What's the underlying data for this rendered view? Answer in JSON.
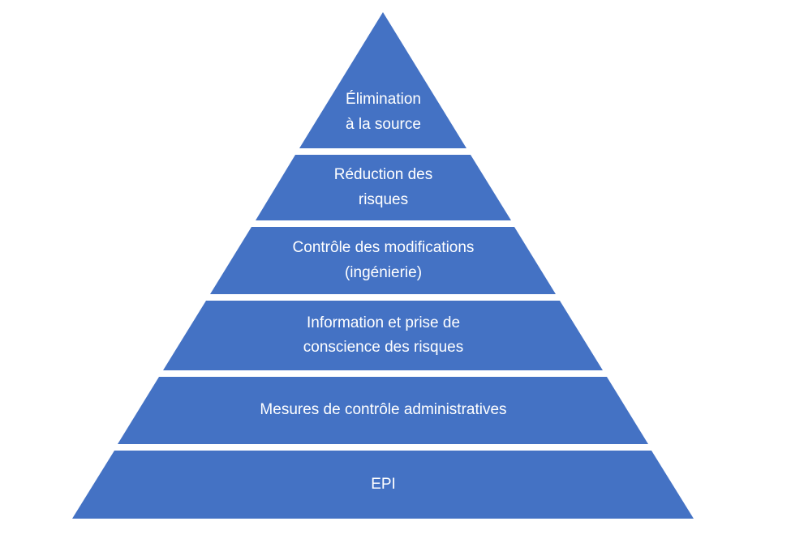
{
  "theme": {
    "accent_color": "#4472C4",
    "text_color": "#FFFFFF",
    "background_color": "#FFFFFF"
  },
  "pyramid": {
    "type": "hierarchy-pyramid",
    "levels": [
      {
        "id": "elimination",
        "lines": [
          "Élimination",
          "à la source"
        ]
      },
      {
        "id": "reduction",
        "lines": [
          "Réduction des",
          "risques"
        ]
      },
      {
        "id": "engineering",
        "lines": [
          "Contrôle des modifications",
          "(ingénierie)"
        ]
      },
      {
        "id": "awareness",
        "lines": [
          "Information et prise de",
          "conscience des risques"
        ]
      },
      {
        "id": "administrative",
        "lines": [
          "Mesures de contrôle administratives"
        ]
      },
      {
        "id": "ppe",
        "lines": [
          "EPI"
        ]
      }
    ]
  }
}
